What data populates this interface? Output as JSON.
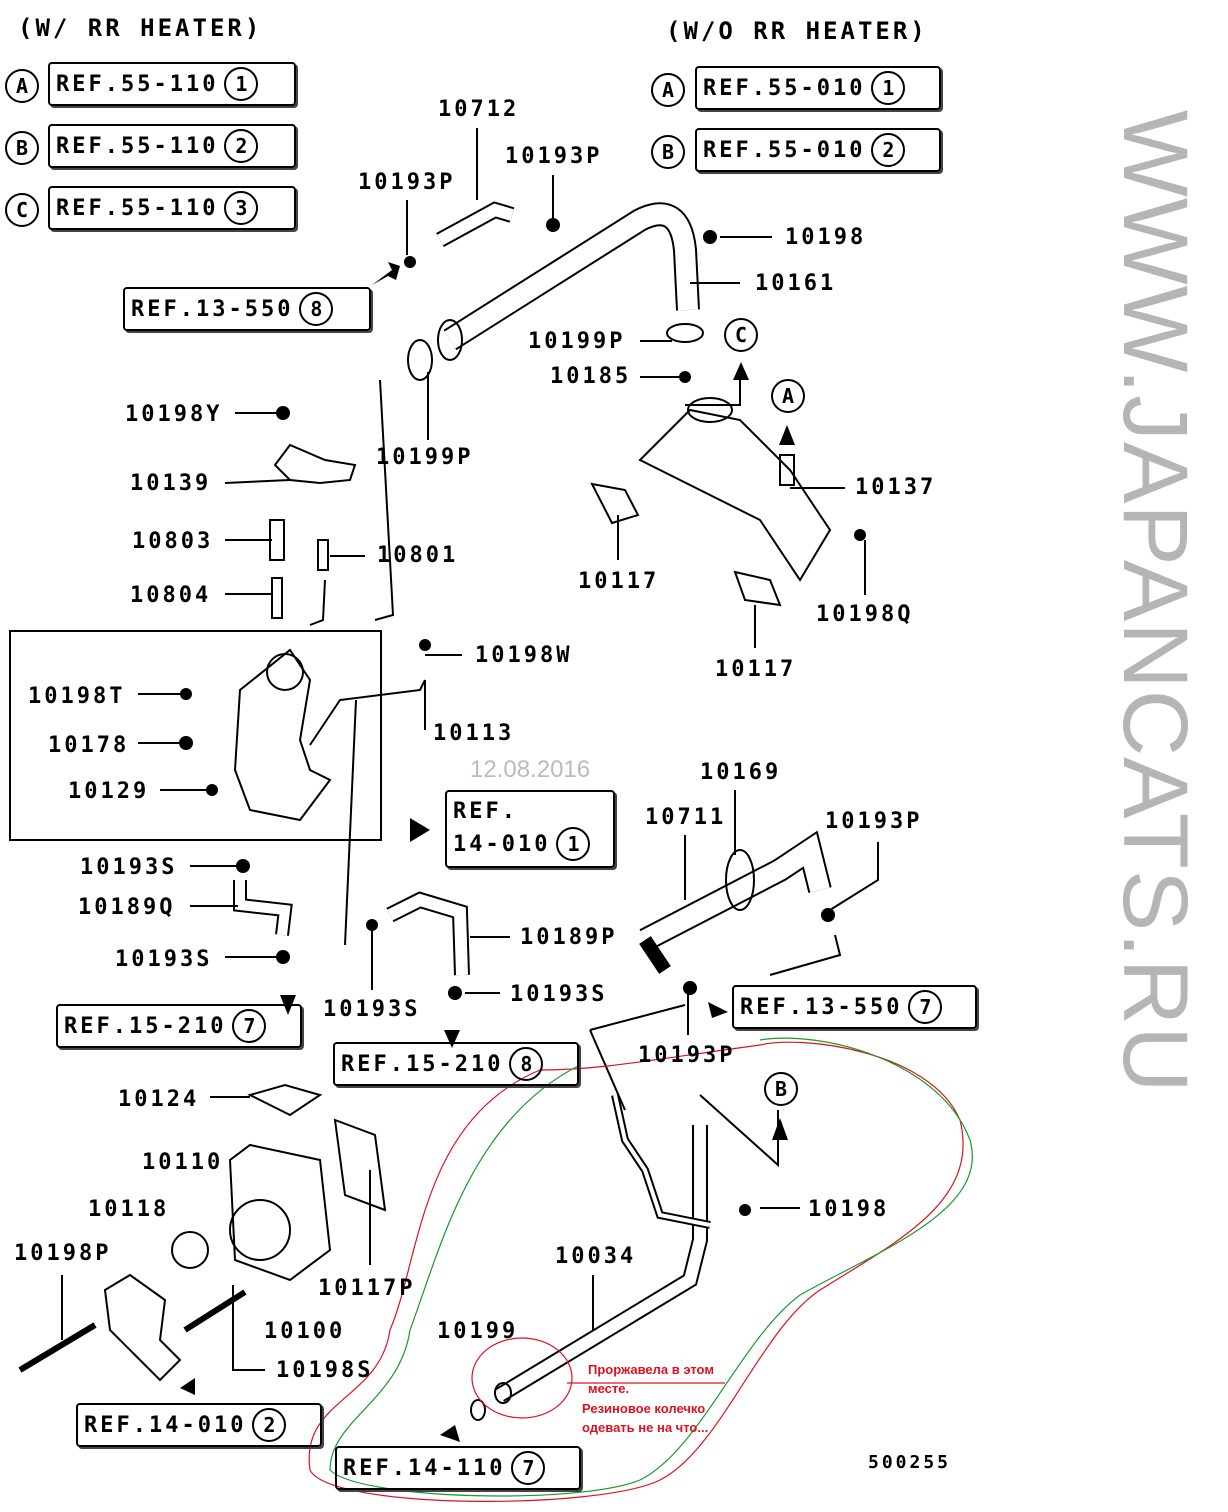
{
  "headers": {
    "with_heater": "(W/ RR HEATER)",
    "without_heater": "(W/O RR HEATER)"
  },
  "refs": [
    {
      "letter": "A",
      "label": "REF.55-110",
      "num": "1"
    },
    {
      "letter": "B",
      "label": "REF.55-110",
      "num": "2"
    },
    {
      "letter": "C",
      "label": "REF.55-110",
      "num": "3"
    },
    {
      "letter": "A",
      "label": "REF.55-010",
      "num": "1"
    },
    {
      "letter": "B",
      "label": "REF.55-010",
      "num": "2"
    },
    {
      "label": "REF.13-550",
      "num": "8"
    },
    {
      "label": "REF.15-210",
      "num": "7"
    },
    {
      "label": "REF.13-550",
      "num": "7"
    },
    {
      "label": "REF.15-210",
      "num": "8"
    },
    {
      "label": "REF.14-010",
      "num": "2"
    },
    {
      "label": "REF.14-110",
      "num": "7"
    }
  ],
  "ref_two_line": {
    "line1": "REF.",
    "line2": "14-010",
    "num": "1"
  },
  "markers": [
    "C",
    "A",
    "B"
  ],
  "parts": [
    "10712",
    "10193P",
    "10193P",
    "10198",
    "10161",
    "10199P",
    "10185",
    "10198Y",
    "10199P",
    "10137",
    "10139",
    "10803",
    "10801",
    "10117",
    "10804",
    "10198Q",
    "10198W",
    "10117",
    "10198T",
    "10178",
    "10113",
    "10129",
    "10169",
    "10711",
    "10193P",
    "10193S",
    "10189Q",
    "10189P",
    "10193S",
    "10193S",
    "10193S",
    "10193P",
    "10124",
    "10110",
    "10198",
    "10118",
    "10198P",
    "10034",
    "10117P",
    "10100",
    "10199",
    "10198S"
  ],
  "watermark": "WWW.JAPANCATS.RU",
  "date_stamp": "12.08.2016",
  "diagram_code": "500255",
  "annotation": {
    "line1": "Прор­жавела в этом",
    "line2": "месте.",
    "line3": "Резиновое колечко",
    "line4": "одевать не на что..."
  },
  "colors": {
    "annotation": "#e01020",
    "outline_red": "#e01020",
    "outline_green": "#1a9a2a"
  }
}
